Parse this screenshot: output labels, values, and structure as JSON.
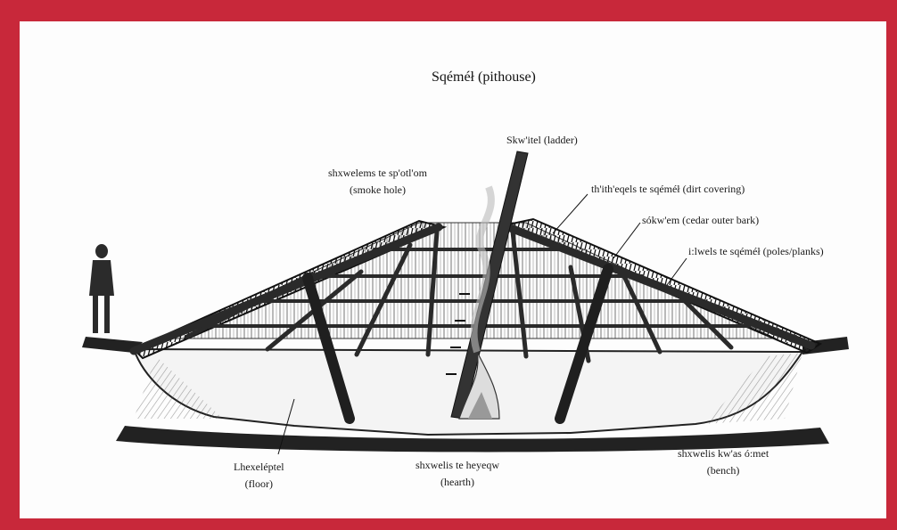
{
  "title": "Sqéméł (pithouse)",
  "labels": {
    "ladder": "Skw'itel (ladder)",
    "smoke_hole_1": "shxwelems te sp'otl'om",
    "smoke_hole_2": "(smoke hole)",
    "dirt_covering": "th'ith'eqels te sqéméł (dirt covering)",
    "cedar_bark": "sókw'em (cedar outer bark)",
    "poles_planks": "i:lwels te sqéméł (poles/planks)",
    "floor_1": "Lhexeléptel",
    "floor_2": "(floor)",
    "hearth_1": "shxwelis te heyeqw",
    "hearth_2": "(hearth)",
    "bench_1": "shxwelis kw'as ó:met",
    "bench_2": "(bench)"
  },
  "colors": {
    "frame": "#c8283a",
    "paper": "#fdfdfd",
    "ink": "#1a1a1a"
  }
}
